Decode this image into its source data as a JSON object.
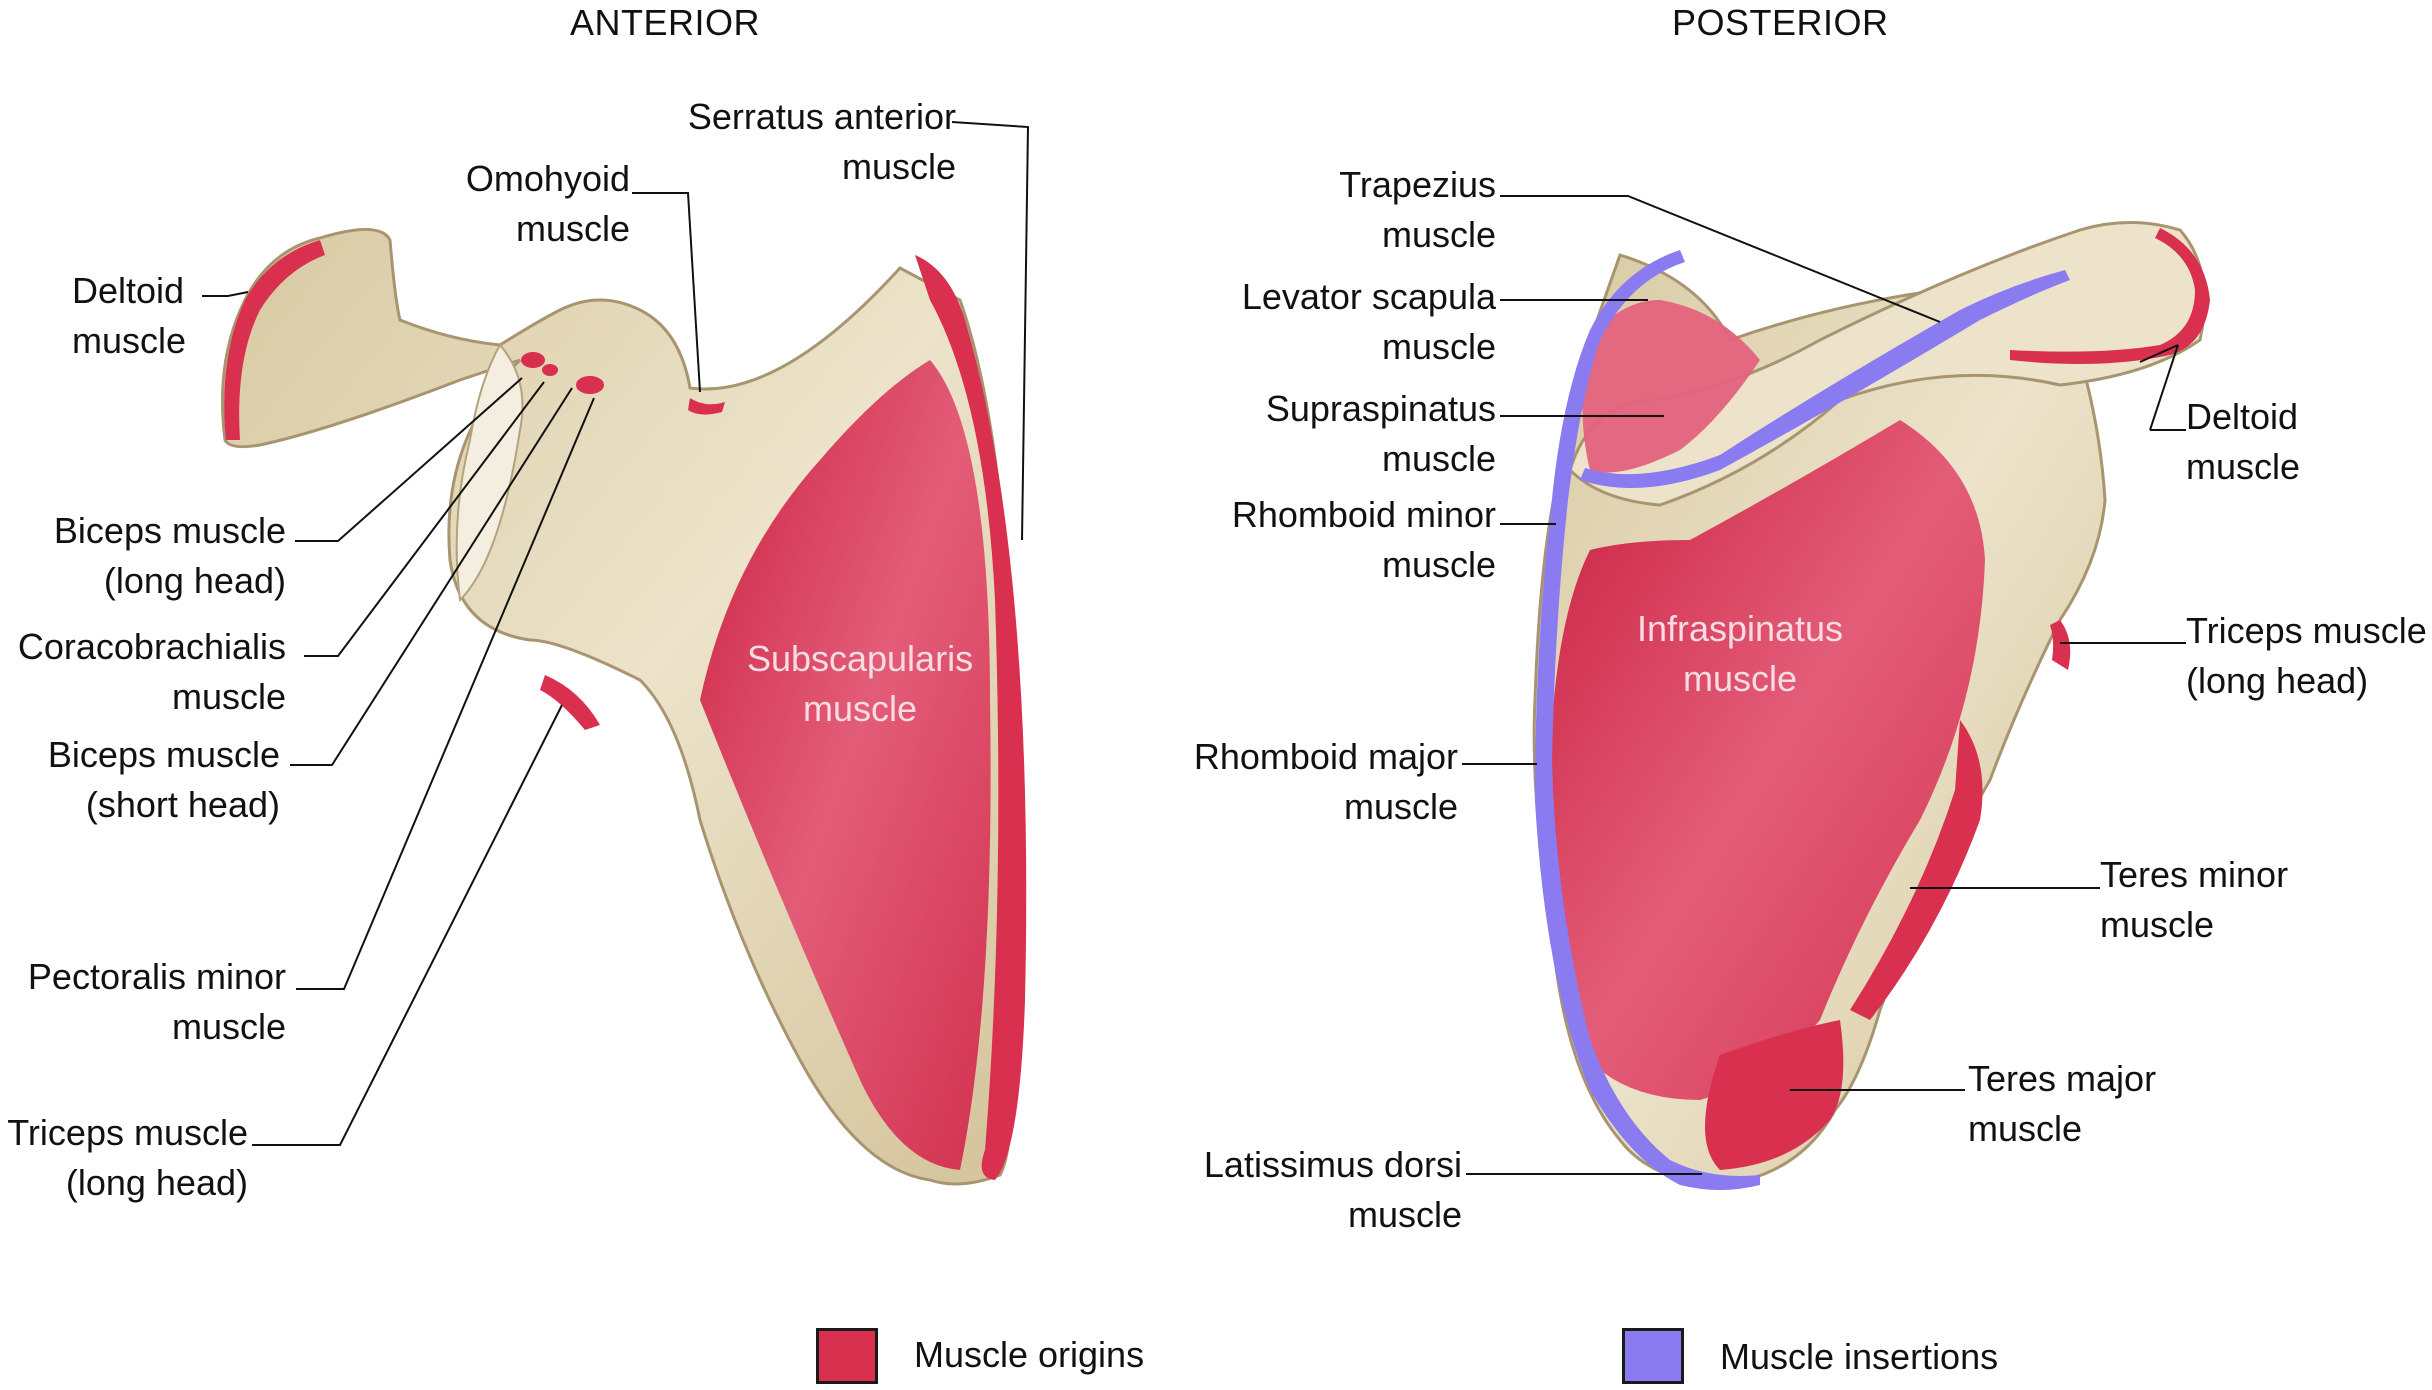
{
  "titles": {
    "anterior": "ANTERIOR",
    "posterior": "POSTERIOR"
  },
  "anterior_labels": {
    "serratus_anterior": [
      "Serratus anterior",
      "muscle"
    ],
    "omohyoid": [
      "Omohyoid",
      "muscle"
    ],
    "deltoid": [
      "Deltoid",
      "muscle"
    ],
    "biceps_long": [
      "Biceps muscle",
      "(long head)"
    ],
    "coracobrachialis": [
      "Coracobrachialis",
      "muscle"
    ],
    "biceps_short": [
      "Biceps muscle",
      "(short head)"
    ],
    "pectoralis_minor": [
      "Pectoralis minor",
      "muscle"
    ],
    "triceps": [
      "Triceps muscle",
      "(long head)"
    ],
    "subscapularis": [
      "Subscapularis",
      "muscle"
    ]
  },
  "posterior_labels": {
    "trapezius": [
      "Trapezius",
      "muscle"
    ],
    "levator_scapula": [
      "Levator scapula",
      "muscle"
    ],
    "supraspinatus": [
      "Supraspinatus",
      "muscle"
    ],
    "rhomboid_minor": [
      "Rhomboid minor",
      "muscle"
    ],
    "rhomboid_major": [
      "Rhomboid major",
      "muscle"
    ],
    "latissimus_dorsi": [
      "Latissimus dorsi",
      "muscle"
    ],
    "deltoid": [
      "Deltoid",
      "muscle"
    ],
    "triceps": [
      "Triceps muscle",
      "(long head)"
    ],
    "teres_minor": [
      "Teres minor",
      "muscle"
    ],
    "teres_major": [
      "Teres major",
      "muscle"
    ],
    "infraspinatus": [
      "Infraspinatus",
      "muscle"
    ]
  },
  "legend": {
    "origins": {
      "label": "Muscle origins",
      "color": "#d9304f"
    },
    "insertions": {
      "label": "Muscle insertions",
      "color": "#8a7cf0"
    }
  },
  "colors": {
    "bone": "#e6dcc0",
    "bone_shadow": "#c9b98f",
    "origin": "#d9304f",
    "insertion": "#8a7cf0"
  }
}
